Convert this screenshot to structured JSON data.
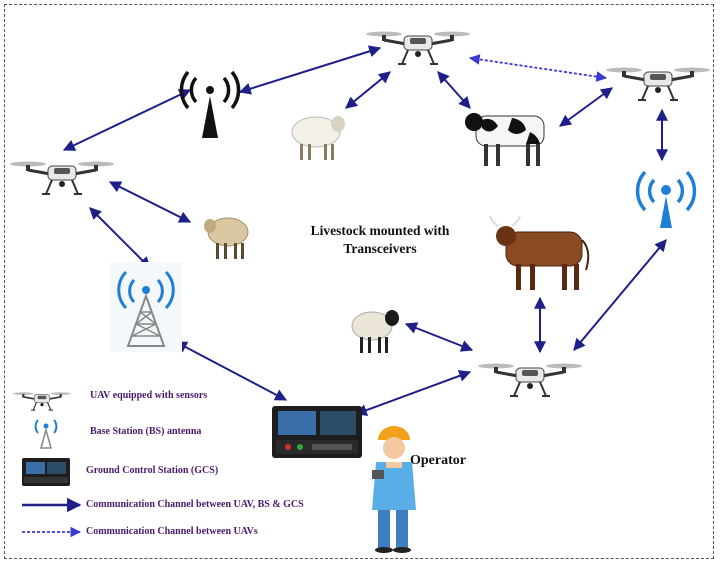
{
  "center_label": {
    "line1": "Livestock mounted with",
    "line2": "Transceivers"
  },
  "operator_label": "Operator",
  "legend": {
    "uav": "UAV equipped with sensors",
    "bs": "Base Station (BS) antenna",
    "gcs": "Ground Control Station (GCS)",
    "comm_uav_bs_gcs": "Communication Channel between UAV, BS & GCS",
    "comm_uavs": "Communication Channel between UAVs"
  },
  "colors": {
    "arrow": "#1f1f8a",
    "dashed_arrow": "#3a3ad0",
    "legend_text": "#4b1a6e",
    "antenna_blue": "#1e7fd6",
    "antenna_gray": "#777777",
    "cow_black": "#1a1a1a",
    "bull_brown": "#8a4a22"
  },
  "icons": [
    "drone-icon",
    "antenna-tower-icon",
    "wifi-antenna-icon",
    "sheep-icon",
    "cow-icon",
    "bull-icon",
    "ground-control-station-icon",
    "operator-icon"
  ]
}
